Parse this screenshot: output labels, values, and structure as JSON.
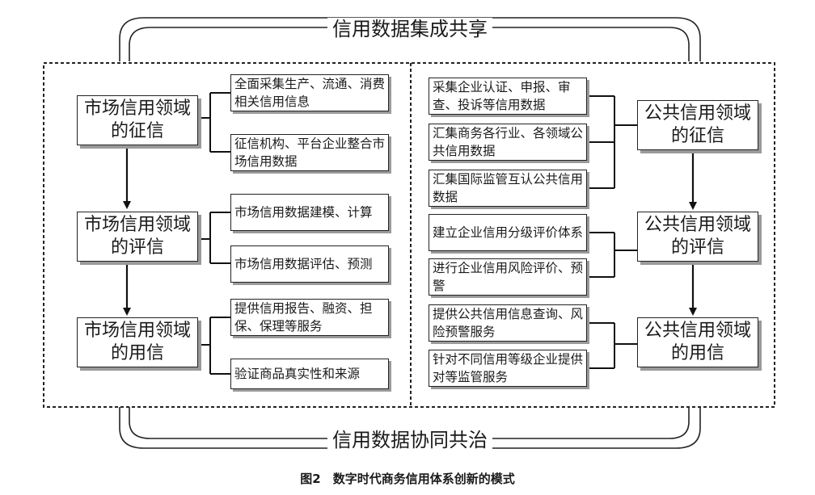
{
  "top_label": "信用数据集成共享",
  "bottom_label": "信用数据协同共治",
  "left": {
    "stages": [
      "市场信用领域的征信",
      "市场信用领域的评信",
      "市场信用领域的用信"
    ],
    "items": [
      "全面采集生产、流通、消费相关信用信息",
      "征信机构、平台企业整合市场信用数据",
      "市场信用数据建模、计算",
      "市场信用数据评估、预测",
      "提供信用报告、融资、担保、保理等服务",
      "验证商品真实性和来源"
    ]
  },
  "right": {
    "stages": [
      "公共信用领域的征信",
      "公共信用领域的评信",
      "公共信用领域的用信"
    ],
    "items": [
      "采集企业认证、申报、审查、投诉等信用数据",
      "汇集商务各行业、各领域公共信用数据",
      "汇集国际监管互认公共信用数据",
      "建立企业信用分级评价体系",
      "进行企业信用风险评价、预警",
      "提供公共信用信息查询、风险预警服务",
      "针对不同信用等级企业提供对等监管服务"
    ]
  },
  "caption": "图2　数字时代商务信用体系创新的模式"
}
